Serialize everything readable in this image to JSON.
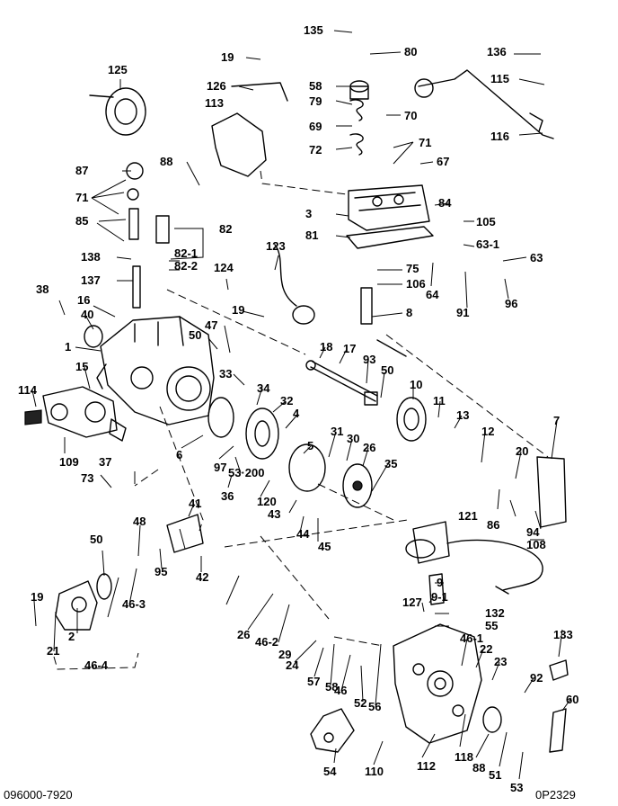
{
  "footer": {
    "part_number": "096000-7920",
    "drawing_code": "0P2329"
  },
  "callouts": [
    "135",
    "80",
    "136",
    "19",
    "125",
    "126",
    "58",
    "115",
    "113",
    "79",
    "69",
    "70",
    "116",
    "72",
    "71",
    "67",
    "87",
    "88",
    "84",
    "71",
    "3",
    "105",
    "85",
    "82",
    "81",
    "63-1",
    "63",
    "138",
    "82-1",
    "82-2",
    "123",
    "137",
    "124",
    "75",
    "64",
    "106",
    "91",
    "96",
    "38",
    "16",
    "19",
    "8",
    "47",
    "40",
    "50",
    "18",
    "17",
    "1",
    "93",
    "15",
    "50",
    "33",
    "34",
    "10",
    "11",
    "114",
    "32",
    "4",
    "13",
    "7",
    "12",
    "5",
    "31",
    "30",
    "26",
    "20",
    "109",
    "6",
    "35",
    "97",
    "37",
    "53·200",
    "73",
    "36",
    "120",
    "121",
    "86",
    "43",
    "44",
    "94",
    "41",
    "45",
    "48",
    "108",
    "50",
    "95",
    "42",
    "9",
    "9-1",
    "19",
    "26",
    "46-3",
    "132",
    "46-2",
    "29",
    "55",
    "133",
    "127",
    "2",
    "46-1",
    "24",
    "22",
    "57",
    "23",
    "58",
    "92",
    "21",
    "46-4",
    "46",
    "52",
    "56",
    "60",
    "118",
    "54",
    "110",
    "112",
    "88",
    "51",
    "53",
    "52"
  ]
}
